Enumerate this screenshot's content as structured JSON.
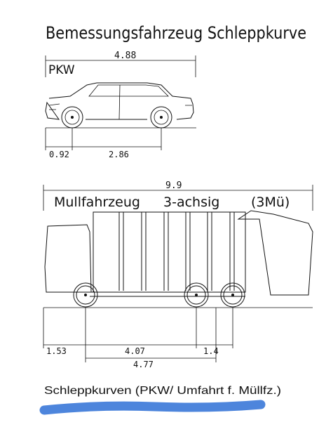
{
  "title": "Bemessungsfahrzeug Schleppkurve",
  "car": {
    "label": "PKW",
    "overall_length": "4.88",
    "front_overhang": "0.92",
    "wheelbase": "2.86"
  },
  "truck": {
    "overall_length": "9.9",
    "label_name": "Mullfahrzeug",
    "label_axles": "3-achsig",
    "label_code": "(3Mü)",
    "front_overhang": "1.53",
    "wheelbase_front": "4.07",
    "rear_axle_spacing": "1.4",
    "wheelbase_total": "4.77"
  },
  "caption": "Schleppkurven (PKW/ Umfahrt f. Müllfz.)",
  "colors": {
    "ink": "#111111",
    "highlight": "#3a78d8"
  }
}
